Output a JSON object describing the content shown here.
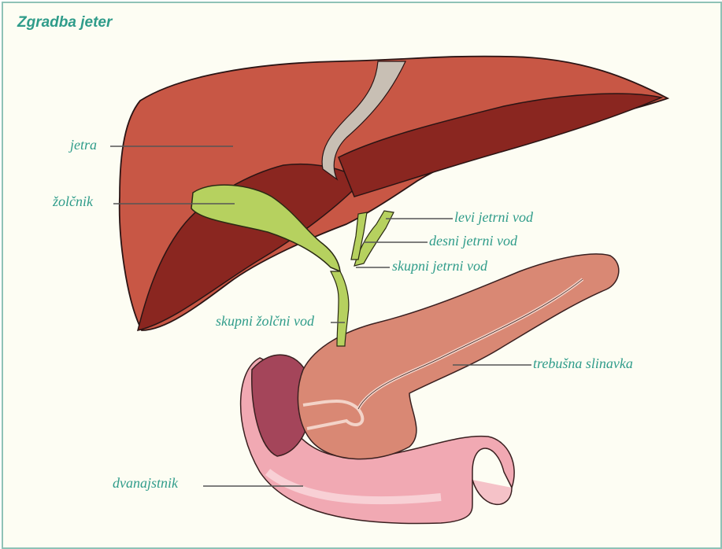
{
  "title": "Zgradba jeter",
  "labels": {
    "jetra": "jetra",
    "zolcnik": "žolčnik",
    "levi_jetrni_vod": "levi jetrni vod",
    "desni_jetrni_vod": "desni jetrni vod",
    "skupni_jetrni_vod": "skupni jetrni vod",
    "skupni_zolcni_vod": "skupni žolčni vod",
    "trebusna_slinavka": "trebušna slinavka",
    "dvanajstnik": "dvanajstnik"
  },
  "colors": {
    "label_text": "#2f9c8a",
    "leader_line": "#555555",
    "liver": "#c85745",
    "liver_dark": "#8a2620",
    "gallbladder": "#b6d15f",
    "pancreas": "#d98874",
    "duodenum": "#f1a9b3"
  }
}
